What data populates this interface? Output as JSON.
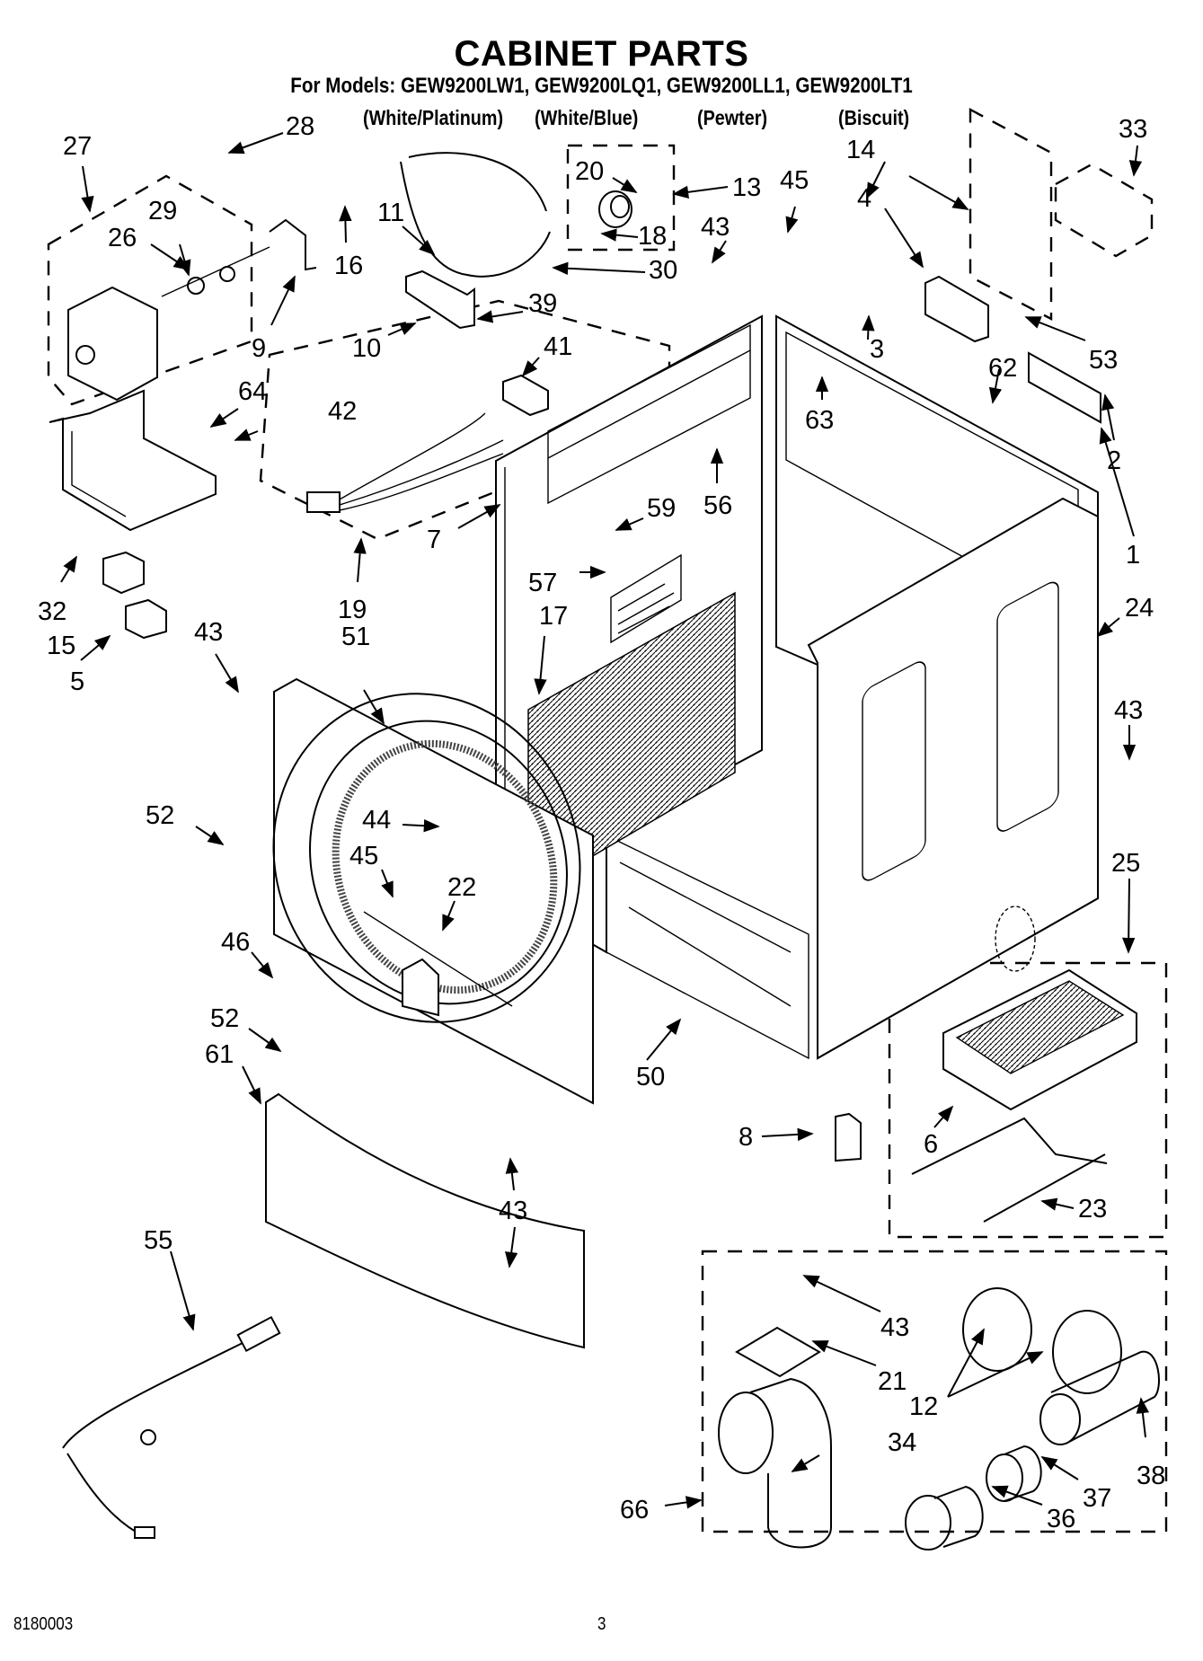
{
  "header": {
    "title": "CABINET PARTS",
    "models": "For Models: GEW9200LW1, GEW9200LQ1, GEW9200LL1, GEW9200LT1",
    "variants": [
      "(White/Platinum)",
      "(White/Blue)",
      "(Pewter)",
      "(Biscuit)"
    ]
  },
  "callouts": {
    "c1": "1",
    "c2": "2",
    "c3": "3",
    "c4": "4",
    "c5": "5",
    "c6": "6",
    "c7": "7",
    "c8": "8",
    "c9": "9",
    "c10": "10",
    "c11": "11",
    "c12": "12",
    "c13": "13",
    "c14": "14",
    "c15": "15",
    "c16": "16",
    "c17": "17",
    "c18": "18",
    "c19": "19",
    "c20": "20",
    "c21": "21",
    "c22": "22",
    "c23": "23",
    "c24": "24",
    "c25": "25",
    "c26": "26",
    "c27": "27",
    "c28": "28",
    "c29": "29",
    "c30": "30",
    "c32": "32",
    "c33": "33",
    "c34": "34",
    "c36": "36",
    "c37": "37",
    "c38": "38",
    "c39": "39",
    "c41": "41",
    "c42": "42",
    "c43": "43",
    "c44": "44",
    "c45": "45",
    "c46": "46",
    "c50": "50",
    "c51": "51",
    "c52": "52",
    "c53": "53",
    "c55": "55",
    "c56": "56",
    "c57": "57",
    "c59": "59",
    "c61": "61",
    "c62": "62",
    "c63": "63",
    "c64": "64",
    "c66": "66"
  },
  "footer": {
    "doc_number": "8180003",
    "page_number": "3"
  }
}
